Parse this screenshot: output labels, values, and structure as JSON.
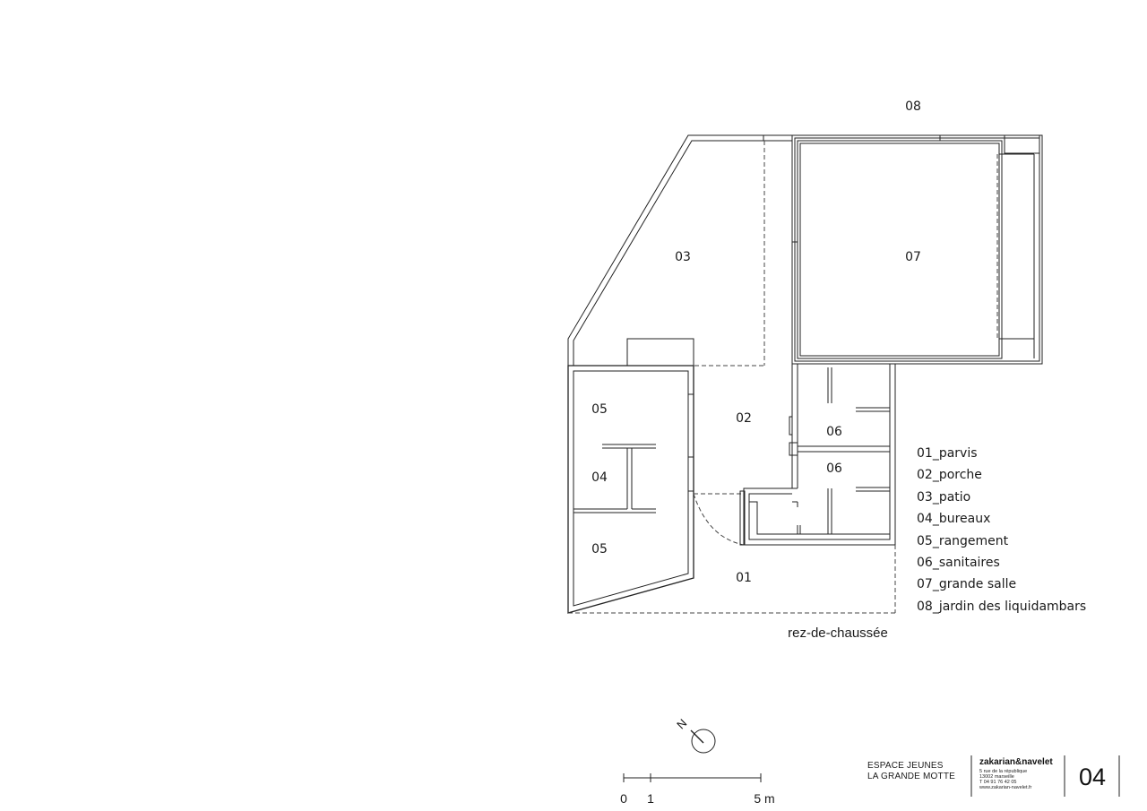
{
  "rooms": {
    "r01": "01",
    "r02": "02",
    "r03": "03",
    "r04": "04",
    "r05a": "05",
    "r05b": "05",
    "r06a": "06",
    "r06b": "06",
    "r07": "07",
    "r08": "08"
  },
  "legend": [
    "01_parvis",
    "02_porche",
    "03_patio",
    "04_bureaux",
    "05_rangement",
    "06_sanitaires",
    "07_grande salle",
    "08_jardin des liquidambars"
  ],
  "caption": "rez-de-chaussée",
  "north": {
    "letter": "N",
    "icon": "north-arrow-icon"
  },
  "scale": {
    "tick0": "0",
    "tick1": "1",
    "tick5": "5 m"
  },
  "titleblock": {
    "project_line1": "ESPACE JEUNES",
    "project_line2": "LA GRANDE MOTTE",
    "firm": "zakarian&navelet",
    "address1": "5 rue de la république",
    "address2": "13002 marseille",
    "phone": "T 04 91 76 42 05",
    "web": "www.zakarian-navelet.fr",
    "sheet": "04"
  }
}
